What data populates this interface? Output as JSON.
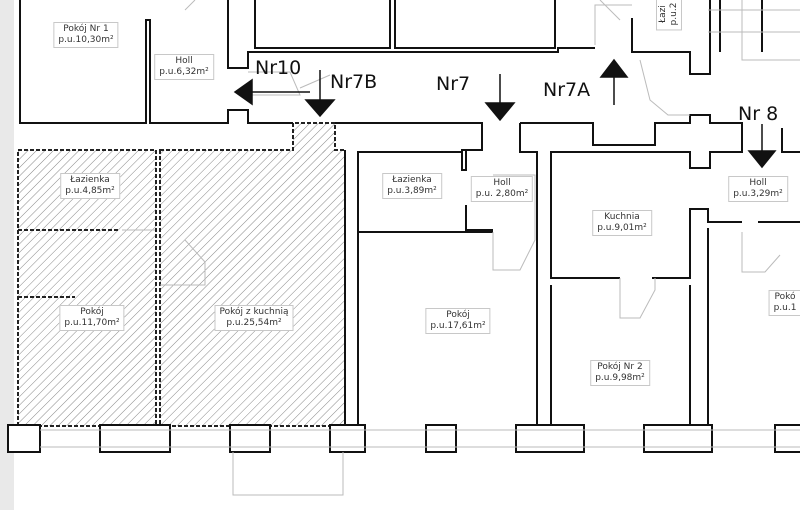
{
  "rooms": [
    {
      "name": "Pokój Nr 1",
      "area": "p.u.10,30m²"
    },
    {
      "name": "Holl",
      "area": "p.u.6,32m²"
    },
    {
      "name": "Łazienka",
      "area": "p.u.4,85m²"
    },
    {
      "name": "Pokój",
      "area": "p.u.11,70m²"
    },
    {
      "name": "Pokój z kuchnią",
      "area": "p.u.25,54m²"
    },
    {
      "name": "Łazienka",
      "area": "p.u.3,89m²"
    },
    {
      "name": "Holl",
      "area": "p.u. 2,80m²"
    },
    {
      "name": "Kuchnia",
      "area": "p.u.9,01m²"
    },
    {
      "name": "Pokój",
      "area": "p.u.17,61m²"
    },
    {
      "name": "Pokój Nr 2",
      "area": "p.u.9,98m²"
    },
    {
      "name": "Holl",
      "area": "p.u.3,29m²"
    },
    {
      "name": "Pokó",
      "area": "p.u.1"
    },
    {
      "name": "Łazi",
      "area": "p.u.2"
    }
  ],
  "entrances": [
    {
      "label": "Nr10",
      "direction": "left"
    },
    {
      "label": "Nr7B",
      "direction": "down"
    },
    {
      "label": "Nr7",
      "direction": "down"
    },
    {
      "label": "Nr7A",
      "direction": "up"
    },
    {
      "label": "Nr 8",
      "direction": "down"
    }
  ],
  "colors": {
    "wall": "#111111",
    "hatch": "#777777",
    "thin": "#b0b0b0"
  }
}
